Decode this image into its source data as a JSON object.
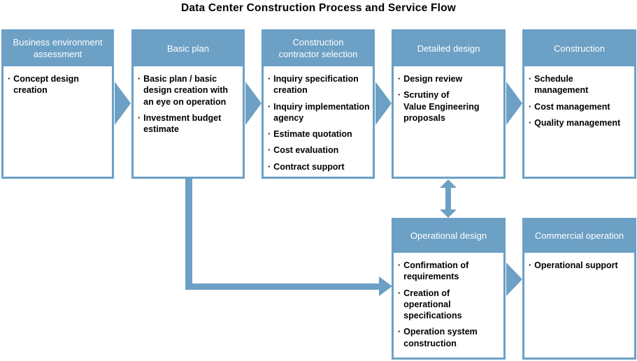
{
  "title": "Data Center Construction Process and Service Flow",
  "colors": {
    "accent": "#6CA0C5",
    "box_background": "#FFFFFF",
    "header_text": "#FFFFFF",
    "body_text": "#000000"
  },
  "bullet_char": "·",
  "boxes": [
    {
      "label": "Business environment\nassessment",
      "items": [
        "Concept design\ncreation"
      ]
    },
    {
      "label": "Basic plan",
      "items": [
        "Basic plan / basic\ndesign creation with\nan eye on operation",
        "Investment budget\nestimate"
      ]
    },
    {
      "label": "Construction\ncontractor selection",
      "items": [
        "Inquiry specification\ncreation",
        "Inquiry implementation\nagency",
        "Estimate quotation",
        "Cost evaluation",
        "Contract support"
      ]
    },
    {
      "label": "Detailed design",
      "items": [
        "Design review",
        "Scrutiny of\nValue Engineering\nproposals"
      ]
    },
    {
      "label": "Construction",
      "items": [
        "Schedule\nmanagement",
        "Cost management",
        "Quality management"
      ]
    },
    {
      "label": "Operational design",
      "items": [
        "Confirmation of\nrequirements",
        "Creation of\noperational\nspecifications",
        "Operation system\nconstruction"
      ]
    },
    {
      "label": "Commercial operation",
      "items": [
        "Operational support"
      ]
    }
  ]
}
